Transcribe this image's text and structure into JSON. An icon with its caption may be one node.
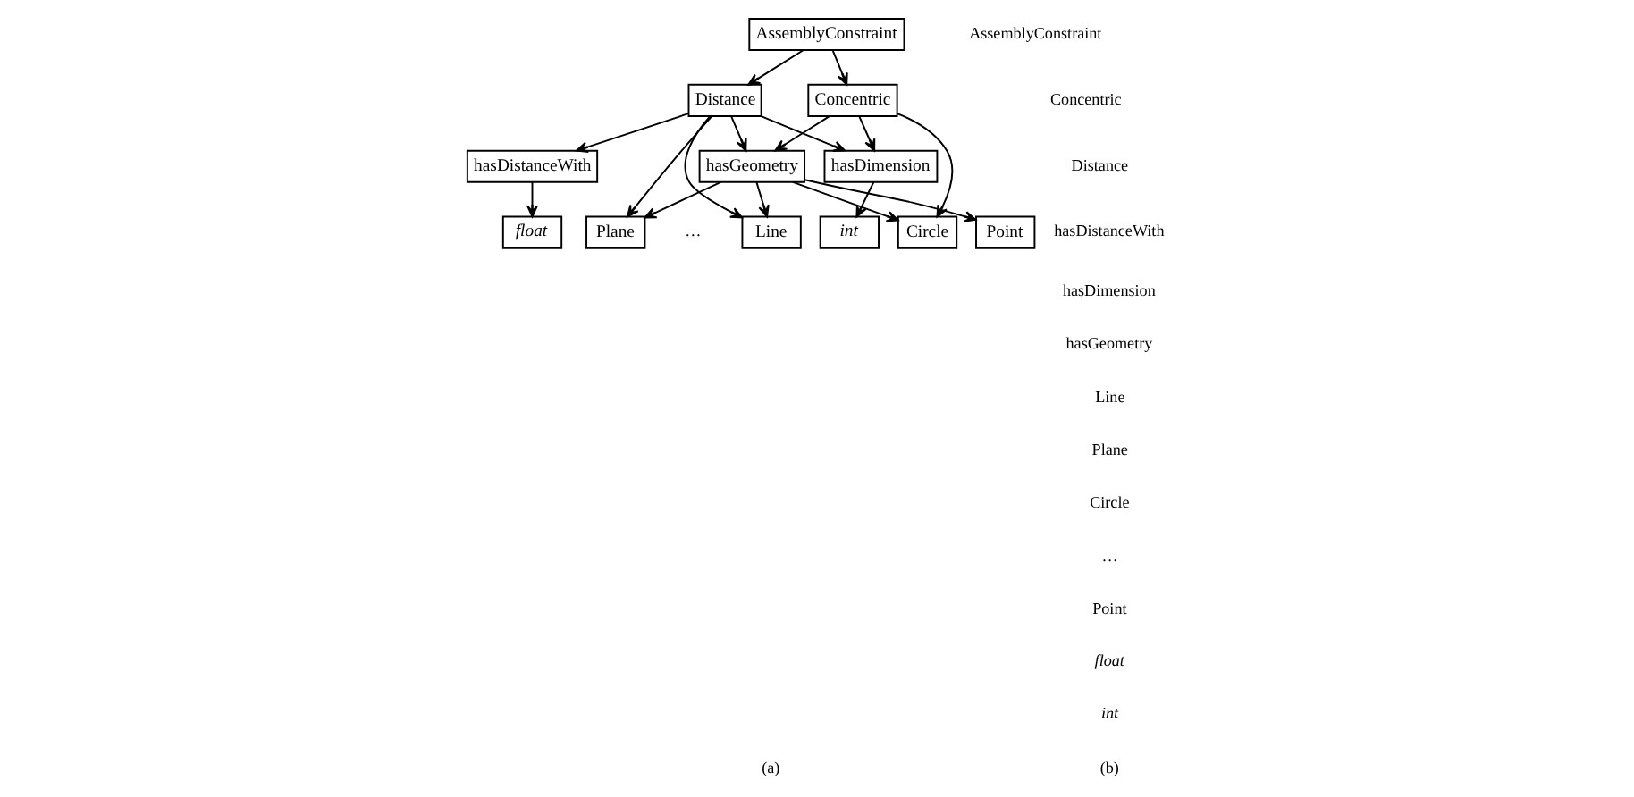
{
  "diagram": {
    "nodes": [
      {
        "text": [
          "AssemblyConstraint"
        ]
      },
      {
        "text": [
          "Distance"
        ]
      },
      {
        "text": [
          "Concentric"
        ]
      },
      {
        "text": [
          "hasDistanceWith"
        ]
      },
      {
        "text": [
          "hasGeometry"
        ]
      },
      {
        "text": [
          "hasDimension"
        ]
      },
      {
        "text": [
          "float"
        ]
      },
      {
        "text": [
          "int"
        ]
      },
      {
        "text": [
          "Line"
        ]
      },
      {
        "text": [
          "Circle"
        ]
      },
      {
        "text": [
          "Plane"
        ]
      },
      {
        "text": [
          "Point"
        ]
      }
    ],
    "edges": [
      {
        "from": 0,
        "to": 1,
        "arrow": "to"
      },
      {
        "from": 0,
        "to": 2,
        "arrow": "to"
      },
      {
        "from": 1,
        "to": 3,
        "arrow": "to"
      },
      {
        "from": 1,
        "to": 5,
        "arrow": "to"
      },
      {
        "from": 1,
        "to": 8,
        "arrow": "to"
      },
      {
        "from": 1,
        "to": 10,
        "arrow": "to"
      },
      {
        "from": 1,
        "to": 4,
        "arrow": "to"
      },
      {
        "from": 2,
        "to": 5,
        "arrow": "to"
      },
      {
        "from": 2,
        "to": 9,
        "arrow": "to"
      },
      {
        "from": 2,
        "to": 4,
        "arrow": "to"
      },
      {
        "from": 3,
        "to": 6,
        "arrow": "to"
      },
      {
        "from": 5,
        "to": 7,
        "arrow": "to"
      },
      {
        "from": 4,
        "to": 8,
        "arrow": "to"
      },
      {
        "from": 4,
        "to": 9,
        "arrow": "to"
      },
      {
        "from": 4,
        "to": 10,
        "arrow": "to"
      },
      {
        "from": 4,
        "to": 11,
        "arrow": "to"
      }
    ],
    "labels": [
      "…",
      "(a)",
      "AssemblyConstraint",
      "Concentric",
      "Distance",
      "hasDistanceWith",
      "hasDimension",
      "hasGeometry",
      "Line",
      "Plane",
      "Circle",
      "…",
      "Point",
      "float",
      "int",
      "(b)"
    ]
  }
}
